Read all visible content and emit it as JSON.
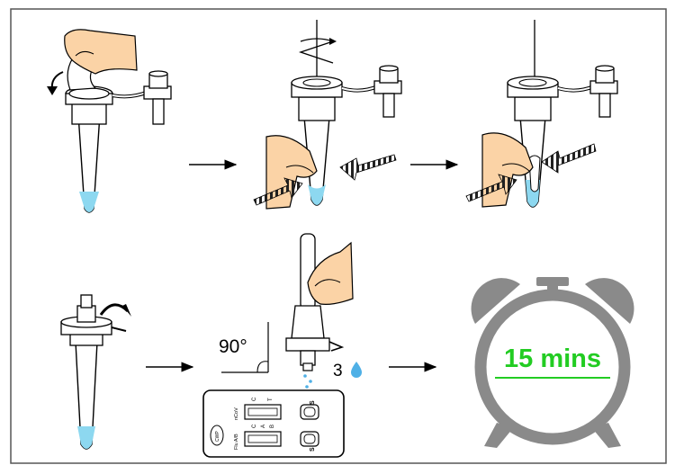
{
  "steps": {
    "angle_label": "90°",
    "drop_count": "3",
    "timer_label": "15 mins",
    "cassette": {
      "row1_marks": [
        "C",
        "T"
      ],
      "row1_label": "nCoV",
      "row2_marks": [
        "C",
        "A",
        "B"
      ],
      "row2_label": "Flu A/B",
      "well_label": "S",
      "logo_text": "CWP"
    }
  },
  "colors": {
    "liquid": "#8dd8f0",
    "drop": "#4fb0e6",
    "skin": "#fbd3a6",
    "clock_gray": "#8a8a8a",
    "timer_green": "#22cc22"
  }
}
